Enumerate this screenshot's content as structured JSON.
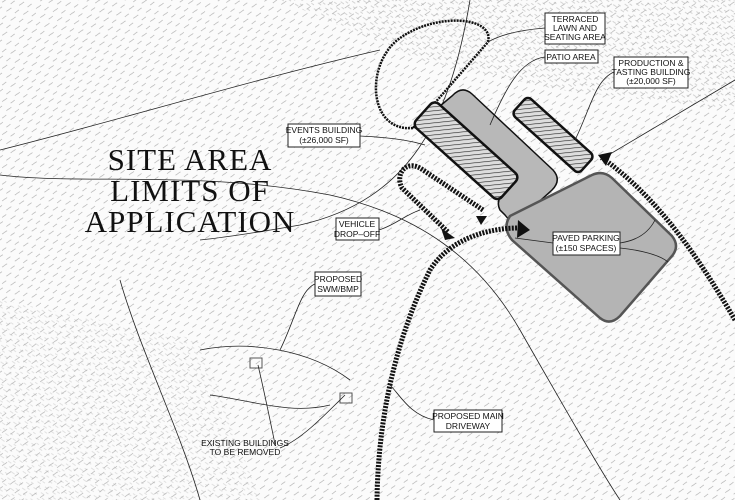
{
  "title_lines": [
    "SITE AREA",
    "LIMITS OF",
    "APPLICATION"
  ],
  "labels": {
    "terraced_lawn": [
      "TERRACED",
      "LAWN AND",
      "SEATING AREA"
    ],
    "patio": [
      "PATIO AREA"
    ],
    "production": [
      "PRODUCTION &",
      "TASTING BUILDING",
      "(±20,000 SF)"
    ],
    "events": [
      "EVENTS BUILDING",
      "(±26,000 SF)"
    ],
    "drop_off": [
      "VEHICLE",
      "DROP–OFF"
    ],
    "parking": [
      "PAVED PARKING",
      "(±150 SPACES)"
    ],
    "swm": [
      "PROPOSED",
      "SWM/BMP"
    ],
    "driveway": [
      "PROPOSED MAIN",
      "DRIVEWAY"
    ],
    "existing": [
      "EXISTING BUILDINGS",
      "TO BE REMOVED"
    ]
  },
  "colors": {
    "building_fill": "#b8b8b8",
    "parking_fill": "#b4b4b4",
    "line": "#111111"
  }
}
